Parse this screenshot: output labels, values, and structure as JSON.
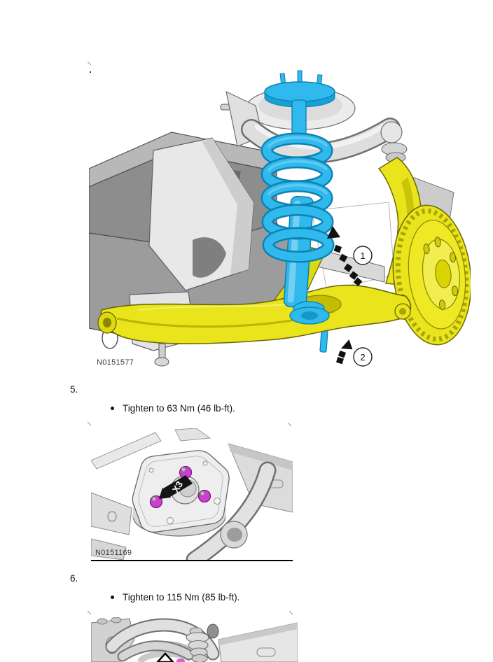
{
  "steps": [
    {
      "number": "5.",
      "instruction": "Tighten to 63 Nm (46 lb-ft)."
    },
    {
      "number": "6.",
      "instruction": "Tighten to 115 Nm (85 lb-ft)."
    }
  ],
  "figures": {
    "suspension_overview": {
      "label": "N0151577",
      "callouts": [
        "1",
        "2"
      ]
    },
    "strut_top_mount": {
      "label": "N0151169",
      "arrow_label": "X3"
    }
  },
  "colors": {
    "highlight_cyan": "#2fb9ec",
    "cyan_outline": "#0b7fb0",
    "highlight_yellow": "#e9e41c",
    "yellow_outline": "#6b6708",
    "fastener_magenta": "#cb3ecf",
    "arrow_black": "#111111"
  }
}
